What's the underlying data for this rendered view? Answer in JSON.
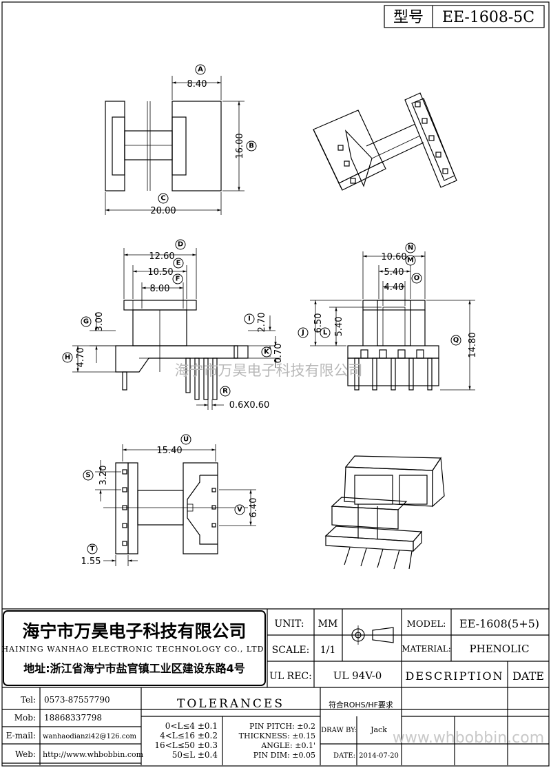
{
  "title_box": {
    "model_label": "型号",
    "model_value": "EE-1608-5C"
  },
  "dimensions": {
    "A": {
      "letter": "A",
      "value": "8.40"
    },
    "B": {
      "letter": "B",
      "value": "16.00"
    },
    "C": {
      "letter": "C",
      "value": "20.00"
    },
    "D": {
      "letter": "D",
      "value": "12.60"
    },
    "E": {
      "letter": "E",
      "value": "10.50"
    },
    "F": {
      "letter": "F",
      "value": "8.00"
    },
    "G": {
      "letter": "G",
      "value": "3.00"
    },
    "H": {
      "letter": "H",
      "value": "4.70"
    },
    "I": {
      "letter": "I",
      "value": "2.70"
    },
    "K": {
      "letter": "K",
      "value": "0.70"
    },
    "R": {
      "letter": "R",
      "value": "0.6X0.60"
    },
    "N": {
      "letter": "N",
      "value": "10.60"
    },
    "M": {
      "letter": "M",
      "value": "5.40"
    },
    "O": {
      "letter": "O",
      "value": "4.40"
    },
    "J": {
      "letter": "J",
      "value": "6.50"
    },
    "L": {
      "letter": "L",
      "value": "5.40"
    },
    "Q": {
      "letter": "Q",
      "value": "14.80"
    },
    "U": {
      "letter": "U",
      "value": "15.40"
    },
    "S": {
      "letter": "S",
      "value": "3.20"
    },
    "V": {
      "letter": "V",
      "value": "6.40"
    },
    "T": {
      "letter": "T",
      "value": "1.55"
    }
  },
  "watermark": "海宁市万昊电子科技有限公司",
  "watermark_url": "www.whbobbin.com",
  "company": {
    "name_cn": "海宁市万昊电子科技有限公司",
    "name_en": "HAINING WANHAO ELECTRONIC TECHNOLOGY CO., LTD.",
    "address": "地址:浙江省海宁市盐官镇工业区建设东路4号"
  },
  "contact": [
    {
      "label": "Tel:",
      "value": "0573-87557790"
    },
    {
      "label": "Mob:",
      "value": "18868337798"
    },
    {
      "label": "E-mail:",
      "value": "wanhaodianzi42@126.com"
    },
    {
      "label": "Web:",
      "value": "http://www.whbobbin.com"
    }
  ],
  "spec": {
    "unit_label": "UNIT:",
    "unit_value": "MM",
    "scale_label": "SCALE:",
    "scale_value": "1/1",
    "ulrec_label": "UL REC:",
    "ulrec_value": "UL 94V-0",
    "model_label": "MODEL:",
    "model_value": "EE-1608(5+5)",
    "material_label": "MATERIAL:",
    "material_value": "PHENOLIC",
    "description": "DESCRIPTION",
    "date": "DATE",
    "rohs": "符合ROHS/HF要求",
    "draw_by_label": "DRAW BY:",
    "draw_by_value": "Jack",
    "date_label": "DATE:",
    "date_value": "2014-07-20"
  },
  "tolerances": {
    "title": "TOLERANCES",
    "ranges": [
      "0<L≤4 ±0.1",
      "4<L≤16 ±0.2",
      "16<L≤50 ±0.3",
      "50≤L ±0.4"
    ],
    "other": [
      "PIN PITCH: ±0.2",
      "THICKNESS: ±0.15",
      "ANGLE: ±0.1'",
      "PIN DIM: ±0.05"
    ]
  }
}
